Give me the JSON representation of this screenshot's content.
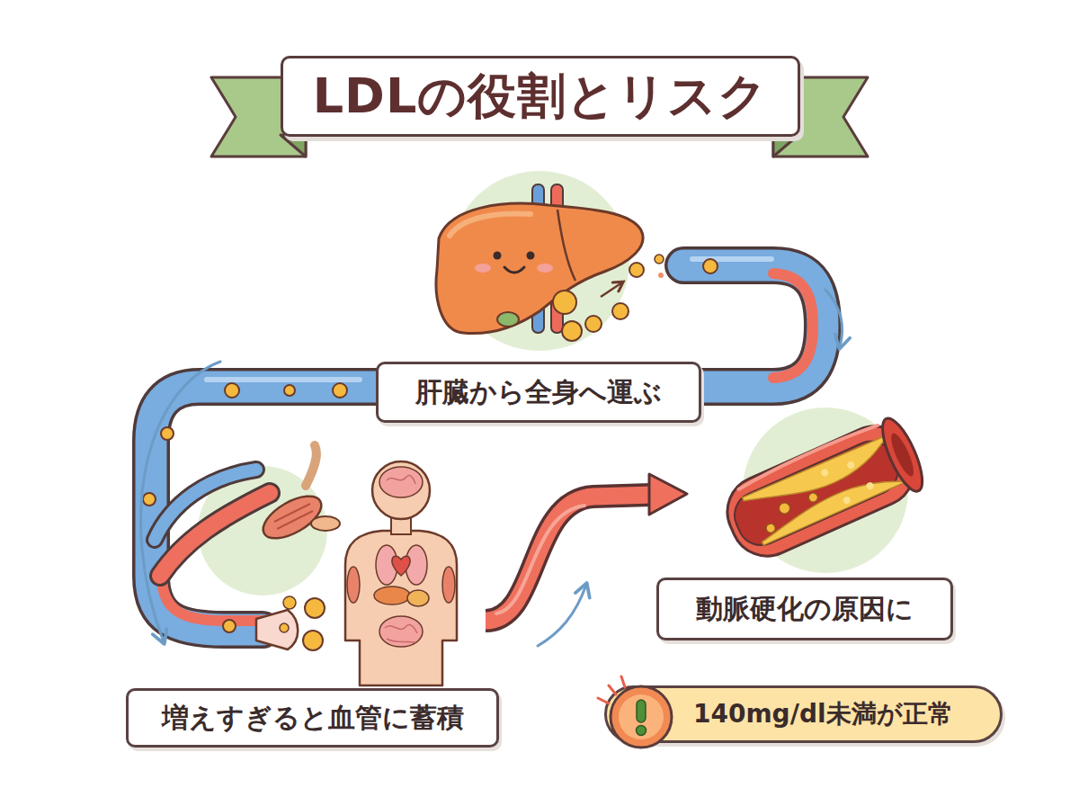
{
  "diagram": {
    "title": "LDLの役割とリスク",
    "nodes": [
      {
        "text": [
          "肝臓から全身へ運ぶ"
        ]
      },
      {
        "text": [
          "動脈硬化の原因に"
        ]
      },
      {
        "text": [
          "増えすぎると血管に蓄積"
        ]
      },
      {
        "text": [
          "140mg/dl未満が正常"
        ]
      }
    ]
  }
}
